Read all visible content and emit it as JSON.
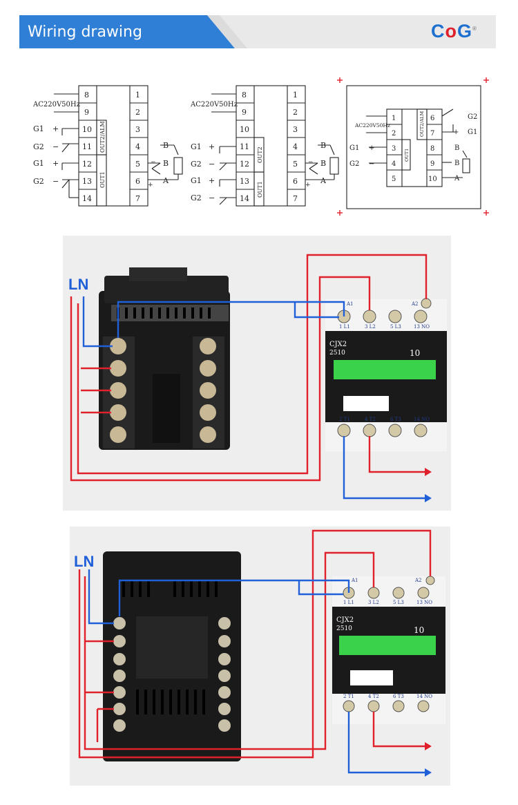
{
  "header": {
    "title": "Wiring drawing",
    "brand_c": "C",
    "brand_o": "o",
    "brand_g": "G",
    "brand_mark": "®"
  },
  "schematic1": {
    "power": "AC220V50Hz",
    "left_terminals": [
      "8",
      "9",
      "10",
      "11",
      "12",
      "13",
      "14"
    ],
    "right_terminals": [
      "1",
      "2",
      "3",
      "4",
      "5",
      "6",
      "7"
    ],
    "inputs": [
      "G1",
      "G2",
      "G1",
      "G2"
    ],
    "out_labels": [
      "OUT2/ALM",
      "OUT1"
    ],
    "sensor": [
      "B",
      "B",
      "A"
    ]
  },
  "schematic2": {
    "power": "AC220V50Hz",
    "left_terminals": [
      "8",
      "9",
      "10",
      "11",
      "12",
      "13",
      "14"
    ],
    "right_terminals": [
      "1",
      "2",
      "3",
      "4",
      "5",
      "6",
      "7"
    ],
    "inputs": [
      "G1",
      "G2",
      "G1",
      "G2"
    ],
    "out_labels": [
      "OUT2",
      "OUT1"
    ],
    "sensor": [
      "B",
      "B",
      "A"
    ]
  },
  "schematic3": {
    "power": "AC220V50Hz",
    "left_terminals": [
      "1",
      "2",
      "3",
      "4",
      "5"
    ],
    "right_terminals": [
      "6",
      "7",
      "8",
      "9",
      "10"
    ],
    "inputs": [
      "G2",
      "G1",
      "G1",
      "G2"
    ],
    "out_labels": [
      "OUT2/ALM",
      "OUT1"
    ],
    "sensor": [
      "B",
      "B",
      "A"
    ]
  },
  "photo1": {
    "ln_label": "LN",
    "contactor_model": "CJX2",
    "contactor_number": "2510",
    "contactor_rating": "10",
    "top_terminals": [
      "A1",
      "1 L1",
      "3 L2",
      "5 L3",
      "13 NO",
      "A2"
    ],
    "bottom_terminals": [
      "2 T1",
      "4 T2",
      "6 T3",
      "14 NO"
    ]
  },
  "photo2": {
    "ln_label": "LN",
    "contactor_model": "CJX2",
    "contactor_number": "2510",
    "contactor_rating": "10",
    "top_terminals": [
      "A1",
      "1 L1",
      "3 L2",
      "5 L3",
      "13 NO",
      "A2"
    ],
    "bottom_terminals": [
      "2 T1",
      "4 T2",
      "6 T3",
      "14 NO"
    ]
  },
  "colors": {
    "banner_blue": "#2f7fd6",
    "banner_grey": "#e9e9e9",
    "wire_red": "#e0202a",
    "wire_blue": "#1f5fd8",
    "contactor_green": "#3ad24a"
  }
}
